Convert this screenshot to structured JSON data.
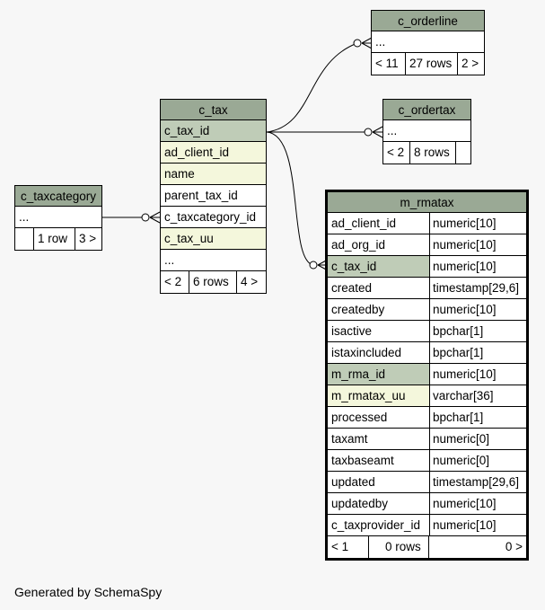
{
  "c_orderline": {
    "title": "c_orderline",
    "rows": [
      "..."
    ],
    "nav": [
      "< 11",
      "27 rows",
      "2 >"
    ]
  },
  "c_ordertax": {
    "title": "c_ordertax",
    "rows": [
      "..."
    ],
    "nav": [
      "< 2",
      "8 rows",
      ""
    ]
  },
  "c_tax": {
    "title": "c_tax",
    "rows": [
      "c_tax_id",
      "ad_client_id",
      "name",
      "parent_tax_id",
      "c_taxcategory_id",
      "c_tax_uu",
      "..."
    ],
    "nav": [
      "< 2",
      "6 rows",
      "4 >"
    ]
  },
  "c_taxcategory": {
    "title": "c_taxcategory",
    "rows": [
      "..."
    ],
    "nav": [
      "",
      "1 row",
      "3 >"
    ]
  },
  "m_rmatax": {
    "title": "m_rmatax",
    "columns": [
      {
        "name": "ad_client_id",
        "type": "numeric[10]"
      },
      {
        "name": "ad_org_id",
        "type": "numeric[10]"
      },
      {
        "name": "c_tax_id",
        "type": "numeric[10]"
      },
      {
        "name": "created",
        "type": "timestamp[29,6]"
      },
      {
        "name": "createdby",
        "type": "numeric[10]"
      },
      {
        "name": "isactive",
        "type": "bpchar[1]"
      },
      {
        "name": "istaxincluded",
        "type": "bpchar[1]"
      },
      {
        "name": "m_rma_id",
        "type": "numeric[10]"
      },
      {
        "name": "m_rmatax_uu",
        "type": "varchar[36]"
      },
      {
        "name": "processed",
        "type": "bpchar[1]"
      },
      {
        "name": "taxamt",
        "type": "numeric[0]"
      },
      {
        "name": "taxbaseamt",
        "type": "numeric[0]"
      },
      {
        "name": "updated",
        "type": "timestamp[29,6]"
      },
      {
        "name": "updatedby",
        "type": "numeric[10]"
      },
      {
        "name": "c_taxprovider_id",
        "type": "numeric[10]"
      }
    ],
    "nav": [
      "< 1",
      "0 rows",
      "0 >"
    ]
  },
  "footer": "Generated by SchemaSpy",
  "colors": {
    "header": "#9aa995",
    "primary_key": "#bfccb7",
    "indexed": "#f4f7dc",
    "background": "#f7f7f7"
  }
}
